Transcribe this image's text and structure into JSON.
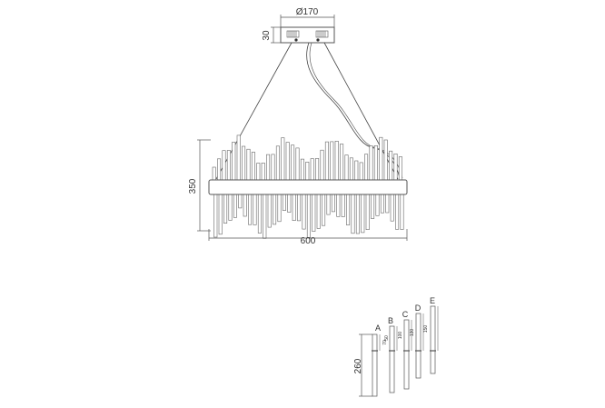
{
  "dimensions": {
    "canopy_diameter": "Ø170",
    "canopy_height": "30",
    "body_height": "350",
    "body_width": "600",
    "rod_length": "260"
  },
  "rods": [
    {
      "letter": "A",
      "length": "70"
    },
    {
      "letter": "B",
      "length": "50"
    },
    {
      "letter": "C",
      "length": "100"
    },
    {
      "letter": "D",
      "length": "130"
    },
    {
      "letter": "E",
      "length": "150"
    }
  ],
  "colors": {
    "line": "#555555",
    "text": "#333333",
    "background": "#ffffff"
  }
}
